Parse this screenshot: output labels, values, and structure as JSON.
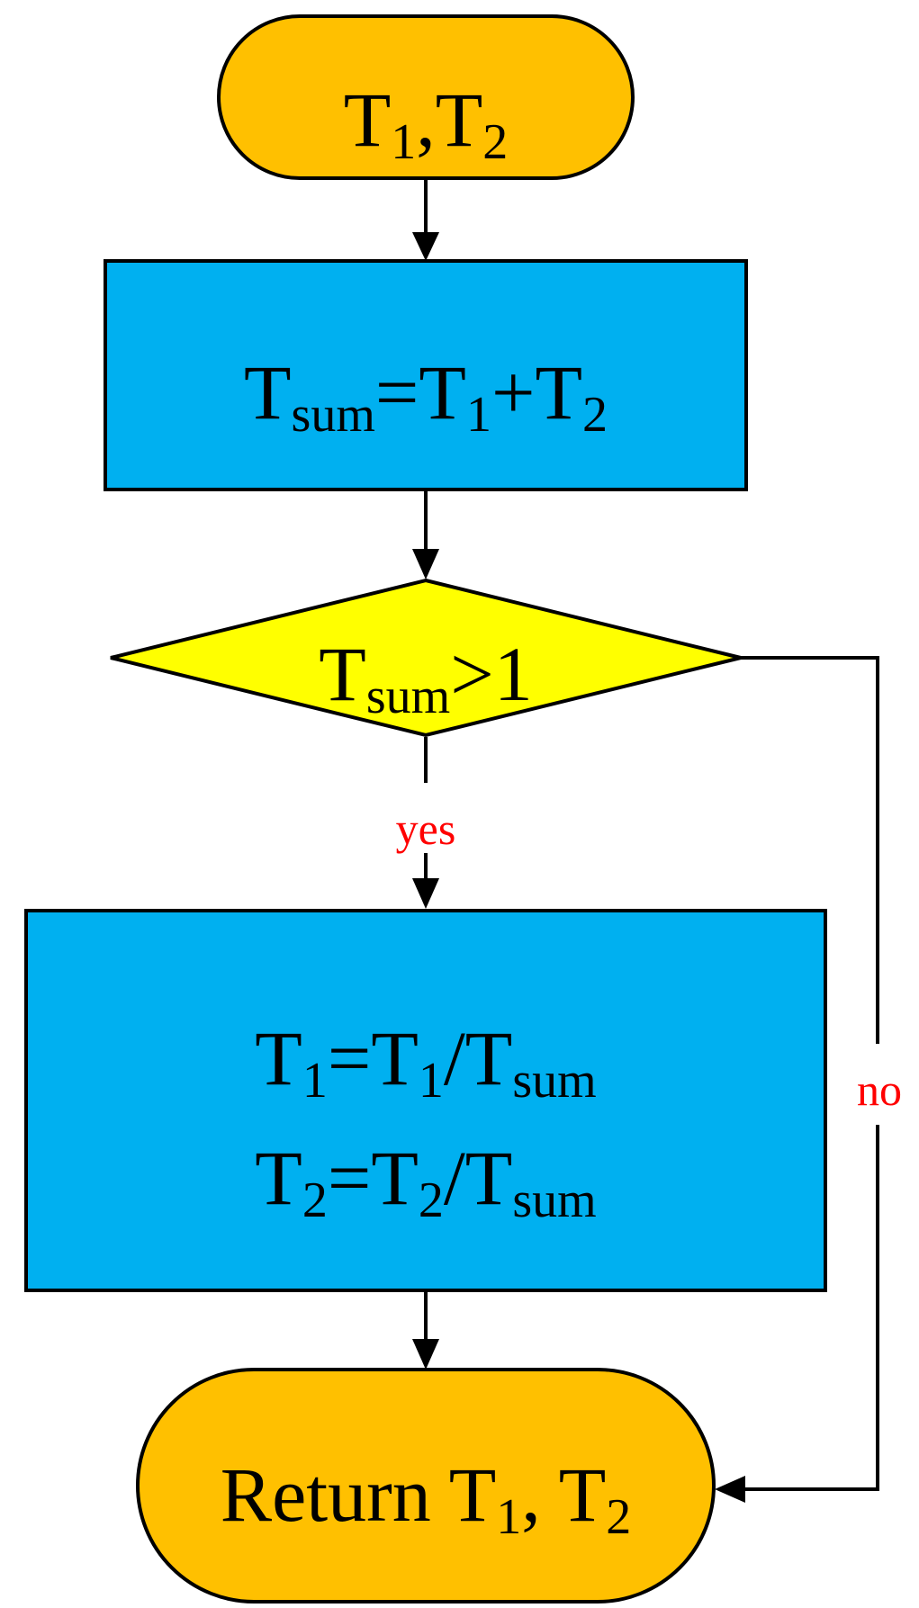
{
  "colors": {
    "terminal_fill": "#FFC000",
    "process_fill": "#00B0F0",
    "decision_fill": "#FFFF00",
    "edge_label": "#FF0000",
    "stroke": "#000000"
  },
  "start": {
    "main1": "T",
    "sub1": "1",
    "sep": ",",
    "main2": "T",
    "sub2": "2"
  },
  "sum": {
    "t": "T",
    "sum_sub": "sum",
    "eq": "=T",
    "sub1": "1",
    "plus": "+T",
    "sub2": "2"
  },
  "decision": {
    "t": "T",
    "sum_sub": "sum",
    "gt": ">1"
  },
  "normalize": {
    "line1": {
      "t": "T",
      "sub_a": "1",
      "eq": "=T",
      "sub_b": "1",
      "div": "/T",
      "sum_sub": "sum"
    },
    "line2": {
      "t": "T",
      "sub_a": "2",
      "eq": "=T",
      "sub_b": "2",
      "div": "/T",
      "sum_sub": "sum"
    }
  },
  "end": {
    "word": "Return T",
    "sub1": "1",
    "sep": ", T",
    "sub2": "2"
  },
  "edges": {
    "yes": "yes",
    "no": "no"
  }
}
